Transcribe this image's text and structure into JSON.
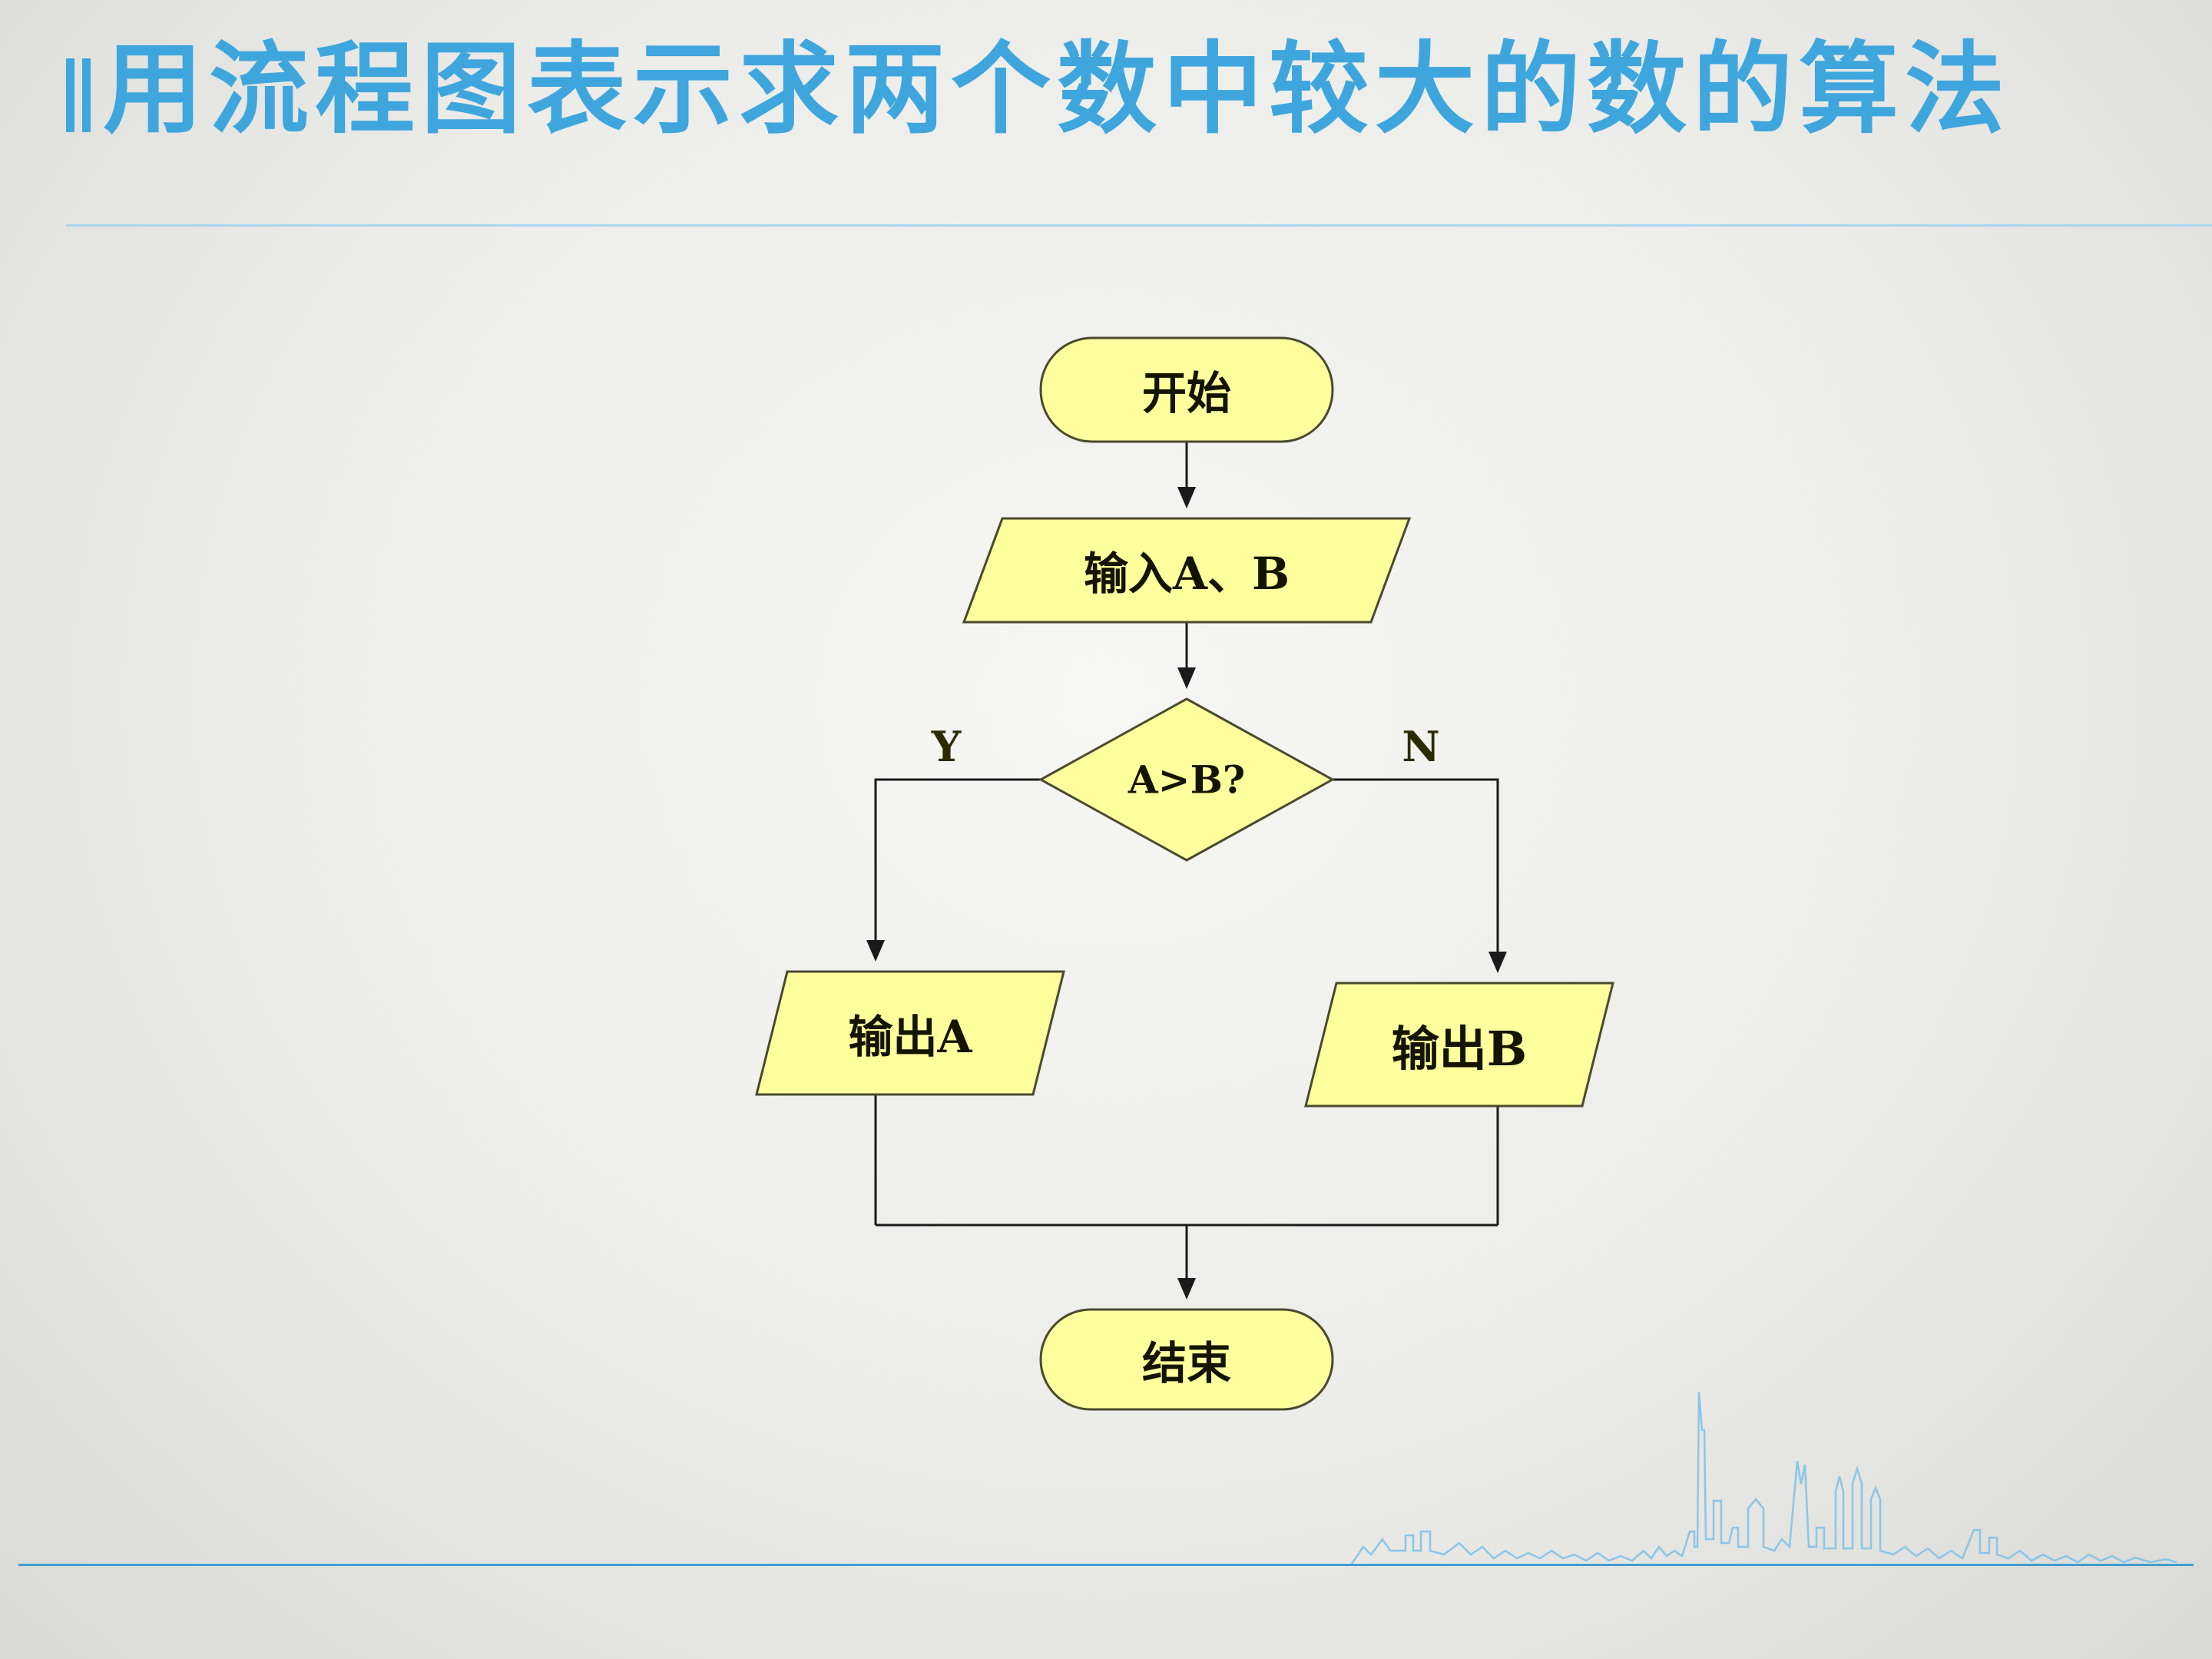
{
  "slide": {
    "title": "用流程图表示求两个数中较大的数的算法"
  },
  "flowchart": {
    "start": {
      "type": "terminator",
      "label": "开始"
    },
    "input": {
      "type": "input-output",
      "label": "输入A、B"
    },
    "decision": {
      "type": "decision",
      "label": "A>B?"
    },
    "output_a": {
      "type": "input-output",
      "label": "输出A"
    },
    "output_b": {
      "type": "input-output",
      "label": "输出B"
    },
    "end": {
      "type": "terminator",
      "label": "结束"
    },
    "branches": {
      "yes_label": "Y",
      "no_label": "N"
    }
  },
  "colors": {
    "title_accent": "#3fa6dd",
    "title_underline": "#a9d7ef",
    "node_fill": "#ffff9e",
    "node_border": "#4a4a30",
    "edge": "#1a1a1a",
    "bottom_line": "#3f9fd0",
    "skyline": "#8ac6e8",
    "background": "#ececea"
  }
}
